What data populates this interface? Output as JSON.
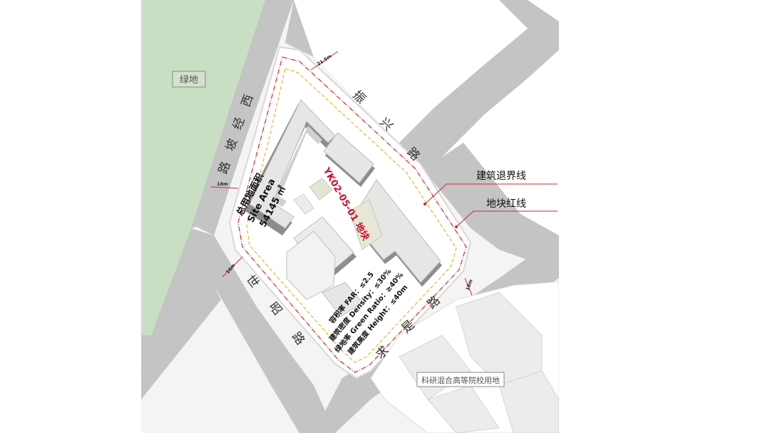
{
  "labels": {
    "green_area": "绿地",
    "campus": "科研混合高等院校用地",
    "plot": "YK02-05-01 地块",
    "site_area_title": "总用地面积",
    "site_area_en": "Site Area",
    "site_area_value": "54145 ㎡"
  },
  "roads": {
    "northwest": [
      "西",
      "经",
      "坡",
      "路"
    ],
    "northeast": [
      "振",
      "兴",
      "路"
    ],
    "southwest": [
      "世",
      "昭",
      "路"
    ],
    "southeast": [
      "求",
      "是",
      "路"
    ]
  },
  "dimensions": {
    "northeast": "21.5m",
    "northwest": "18m",
    "southwest": "16m",
    "southeast": "18m"
  },
  "indicators": [
    "容积率 FAR：≤2.5",
    "建筑密度 Density：≤30%",
    "绿地率 Green Ratio：≥40%",
    "建筑高度 Height：≤40m"
  ],
  "legend": {
    "setback_line": "建筑退界线",
    "red_line": "地块红线"
  },
  "colors": {
    "green": "#c9dfc3",
    "road": "#c4c4c4",
    "red_line": "#d7262b",
    "setback": "#f0a500",
    "building_roof": "#e4e4e2",
    "building_shadow": "#8a8a8a"
  }
}
